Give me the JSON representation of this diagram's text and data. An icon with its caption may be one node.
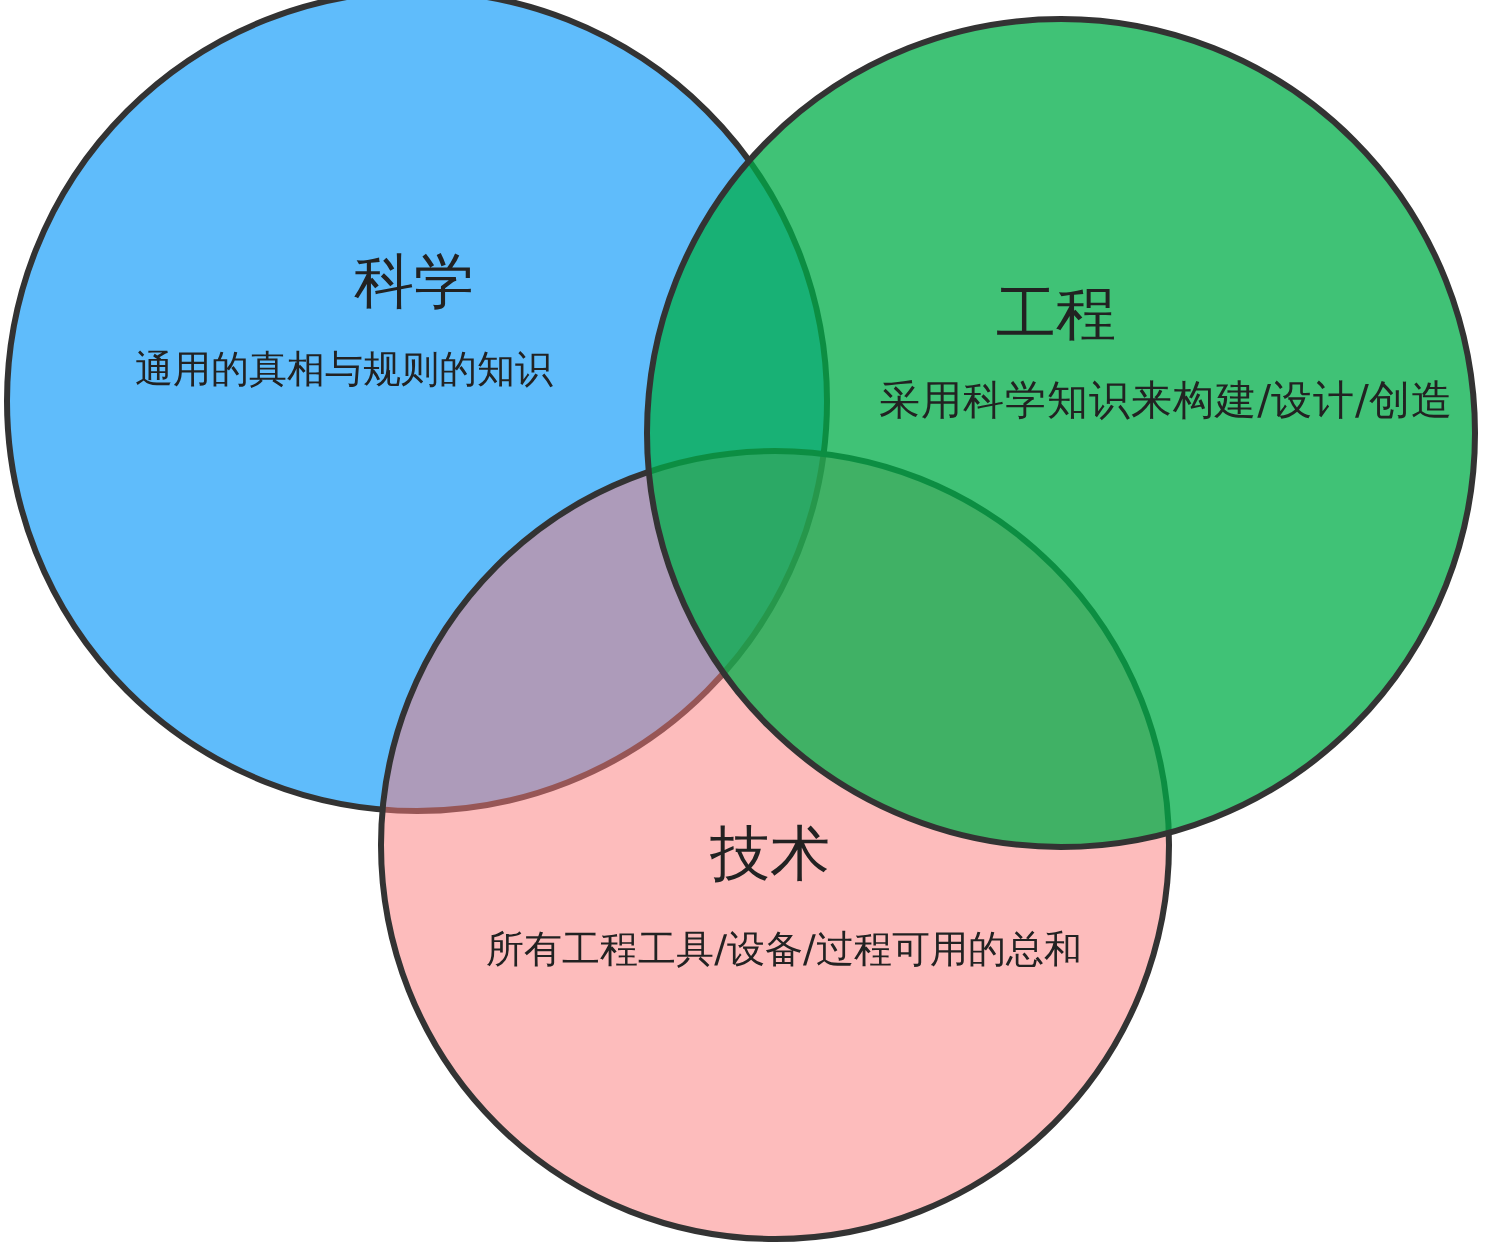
{
  "diagram": {
    "nodes": [
      {
        "text": [
          "科学",
          "通用的真相与规则的知识"
        ]
      },
      {
        "text": [
          "工程",
          "采用科学知识来构建/设计/创造"
        ]
      },
      {
        "text": [
          "技术",
          "所有工程工具/设备/过程可用的总和"
        ]
      }
    ]
  }
}
